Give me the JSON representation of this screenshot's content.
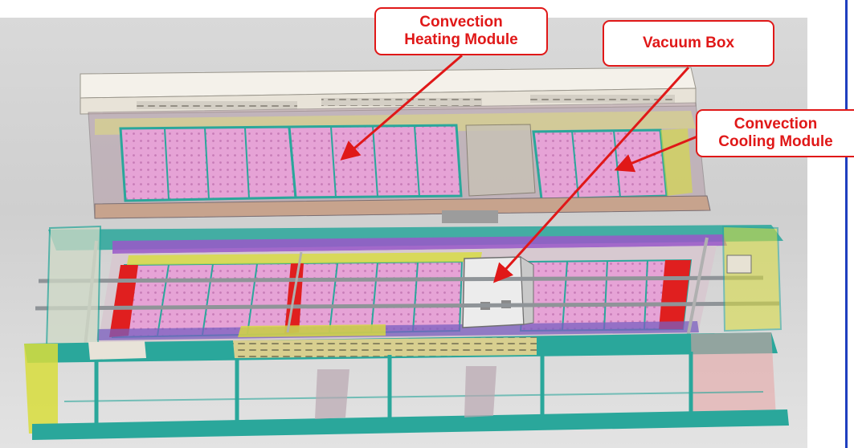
{
  "callouts": {
    "heating": "Convection\nHeating Module",
    "vacuum": "Vacuum Box",
    "cooling": "Convection\nCooling Module"
  },
  "colors": {
    "callout_red": "#e01818",
    "frame_teal": "#2aa79b",
    "panel_pink": "#e49bd2",
    "accent_yellow": "#d8dd3c",
    "rule_blue": "#1f3fbf"
  }
}
